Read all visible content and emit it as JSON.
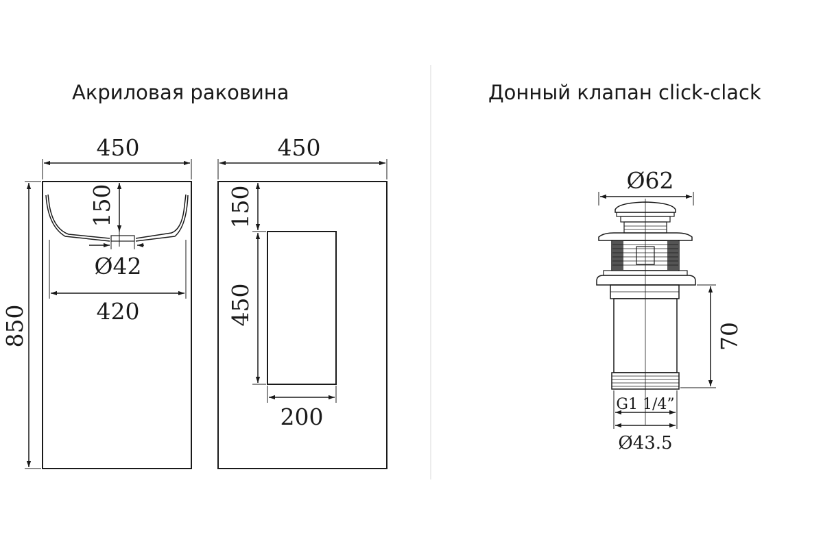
{
  "sink": {
    "title": "Акриловая раковина",
    "front_view": {
      "width_label": "450",
      "height_label": "850",
      "bowl_depth_label": "150",
      "drain_diameter_label": "Ø42",
      "inner_width_label": "420"
    },
    "side_view": {
      "width_label": "450",
      "top_offset_label": "150",
      "niche_height_label": "450",
      "niche_width_label": "200"
    }
  },
  "valve": {
    "title": "Донный клапан click-clack",
    "cap_diameter_label": "Ø62",
    "length_label": "70",
    "thread_label": "G1 1/4”",
    "thread_diameter_label": "Ø43.5"
  },
  "colors": {
    "line": "#1a1a1a",
    "divider": "#ececec"
  }
}
